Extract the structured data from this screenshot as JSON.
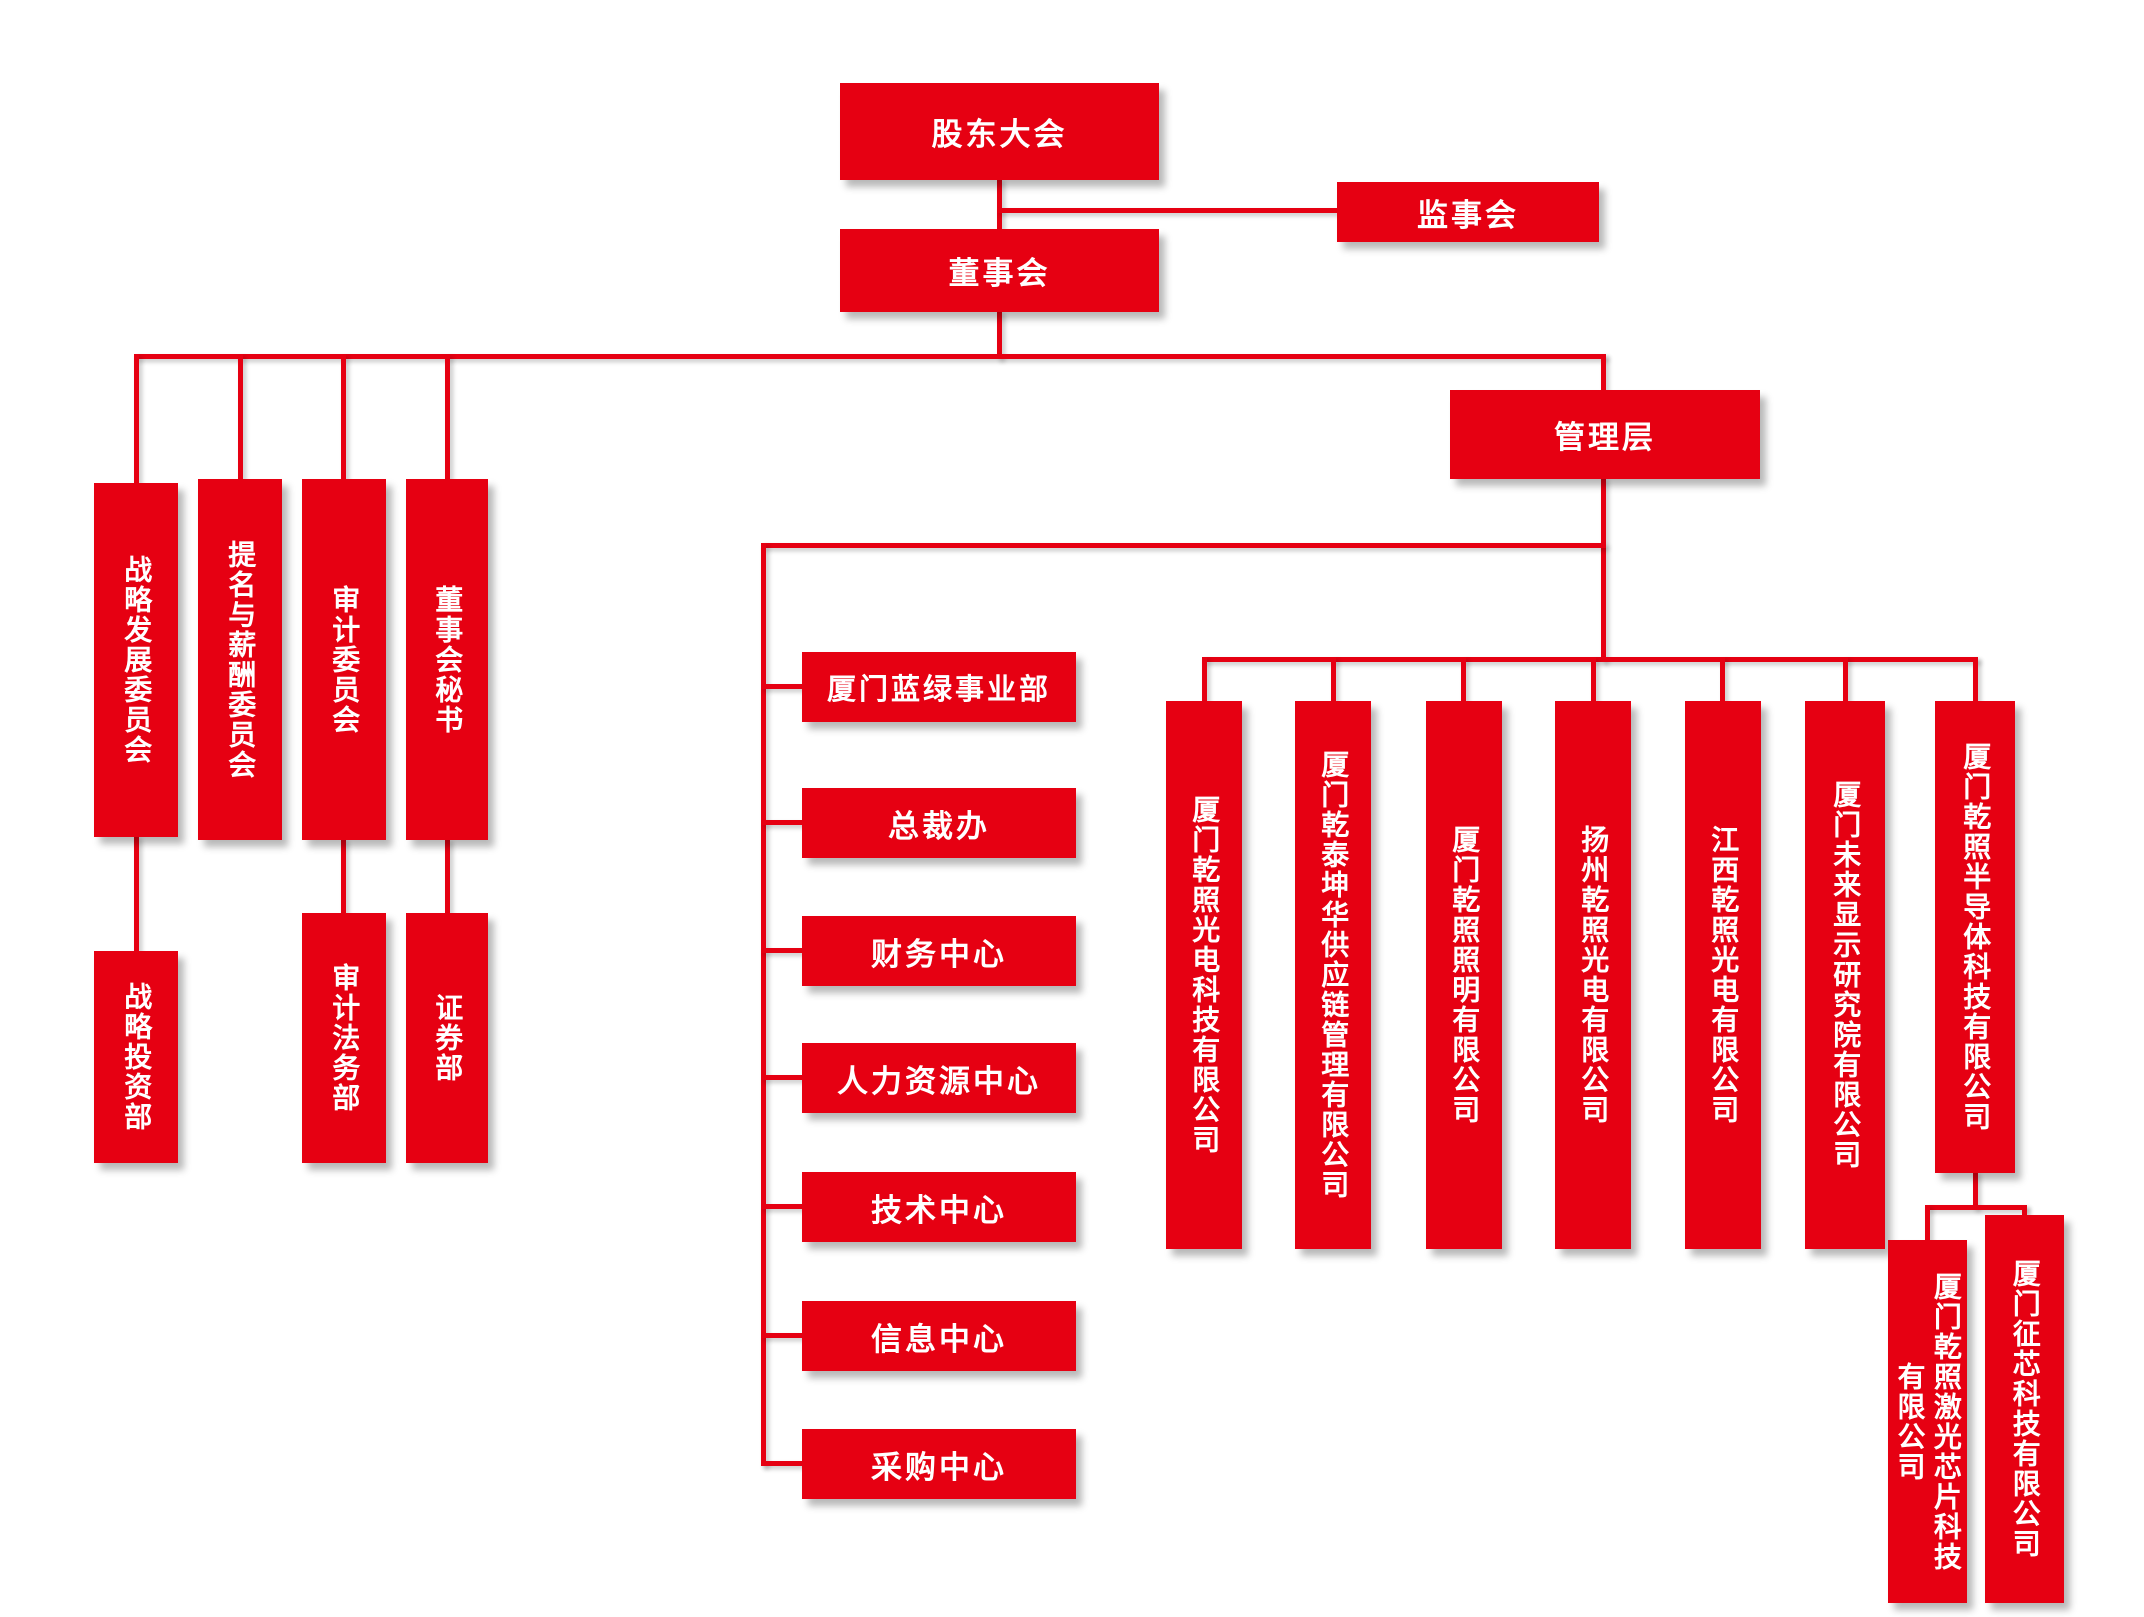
{
  "org": {
    "colors": {
      "box": "#e60012",
      "line": "#e60012",
      "text": "#ffffff",
      "background": "#ffffff"
    },
    "top": {
      "shareholders": "股东大会",
      "supervisory": "监事会",
      "board": "董事会",
      "management": "管理层"
    },
    "committees": [
      "战略发展委员会",
      "提名与薪酬委员会",
      "审计委员会",
      "董事会秘书"
    ],
    "committee_departments": [
      "战略投资部",
      "审计法务部",
      "证券部"
    ],
    "departments": [
      "厦门蓝绿事业部",
      "总裁办",
      "财务中心",
      "人力资源中心",
      "技术中心",
      "信息中心",
      "采购中心"
    ],
    "subsidiaries": [
      "厦门乾照光电科技有限公司",
      "厦门乾泰坤华供应链管理有限公司",
      "厦门乾照照明有限公司",
      "扬州乾照光电有限公司",
      "江西乾照光电有限公司",
      "厦门未来显示研究院有限公司",
      "厦门乾照半导体科技有限公司"
    ],
    "sub_subsidiaries": [
      "厦门乾照激光芯片科技有限公司",
      "厦门征芯科技有限公司"
    ]
  }
}
